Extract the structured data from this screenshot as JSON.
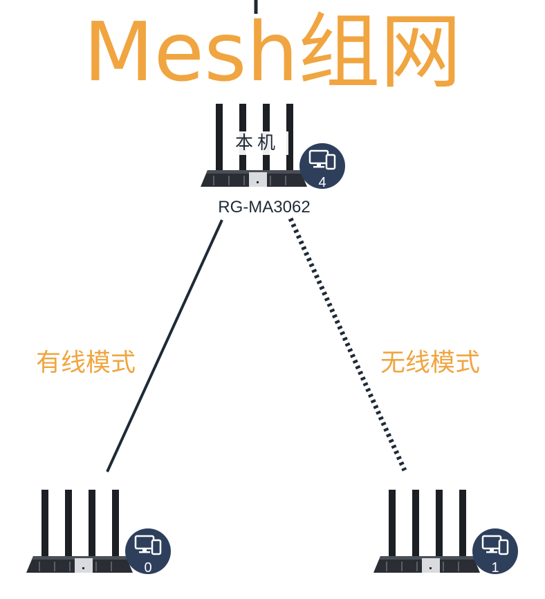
{
  "title": "Mesh组网",
  "nodes": [
    {
      "id": "main",
      "local_label": "本机",
      "name": "RG-MA3062",
      "client_count": "4",
      "icon": "router-icon"
    },
    {
      "id": "wired-child",
      "name": "",
      "client_count": "0",
      "icon": "router-icon"
    },
    {
      "id": "wireless-child",
      "name": "",
      "client_count": "1",
      "icon": "router-icon"
    }
  ],
  "links": [
    {
      "from": "main",
      "to": "wired-child",
      "mode_label": "有线模式",
      "style": "solid"
    },
    {
      "from": "main",
      "to": "wireless-child",
      "mode_label": "无线模式",
      "style": "dotted"
    }
  ],
  "colors": {
    "accent": "#f0a540",
    "dark": "#1e2a36",
    "badge": "#2e3f5c"
  }
}
